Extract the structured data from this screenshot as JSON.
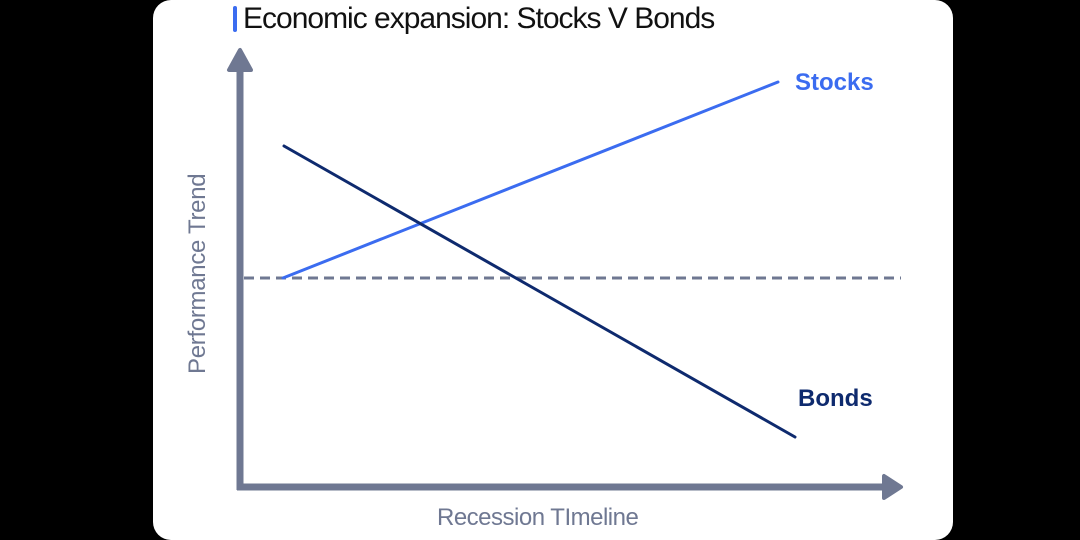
{
  "chart_data": {
    "type": "line",
    "title": "Economic expansion: Stocks V Bonds",
    "xlabel": "Recession TImeline",
    "ylabel": "Performance Trend",
    "grid": false,
    "legend_position": "inline-right",
    "baseline": {
      "style": "dashed",
      "y": 0
    },
    "x": [
      0,
      1
    ],
    "series": [
      {
        "name": "Stocks",
        "values": [
          0,
          1
        ],
        "color": "#3b6cf0"
      },
      {
        "name": "Bonds",
        "values": [
          0.67,
          -0.81
        ],
        "color": "#0e2a6e"
      }
    ],
    "annotations": [
      "Stocks",
      "Bonds"
    ]
  },
  "colors": {
    "accent": "#3b6cf0",
    "stocks": "#3b6cf0",
    "bonds": "#0e2a6e",
    "axis": "#6f7892",
    "baseline": "#6f7892",
    "title_bar": "#3b6cf0"
  },
  "labels": {
    "title": "Economic expansion: Stocks V Bonds",
    "stocks": "Stocks",
    "bonds": "Bonds",
    "xlabel": "Recession TImeline",
    "ylabel": "Performance Trend"
  }
}
